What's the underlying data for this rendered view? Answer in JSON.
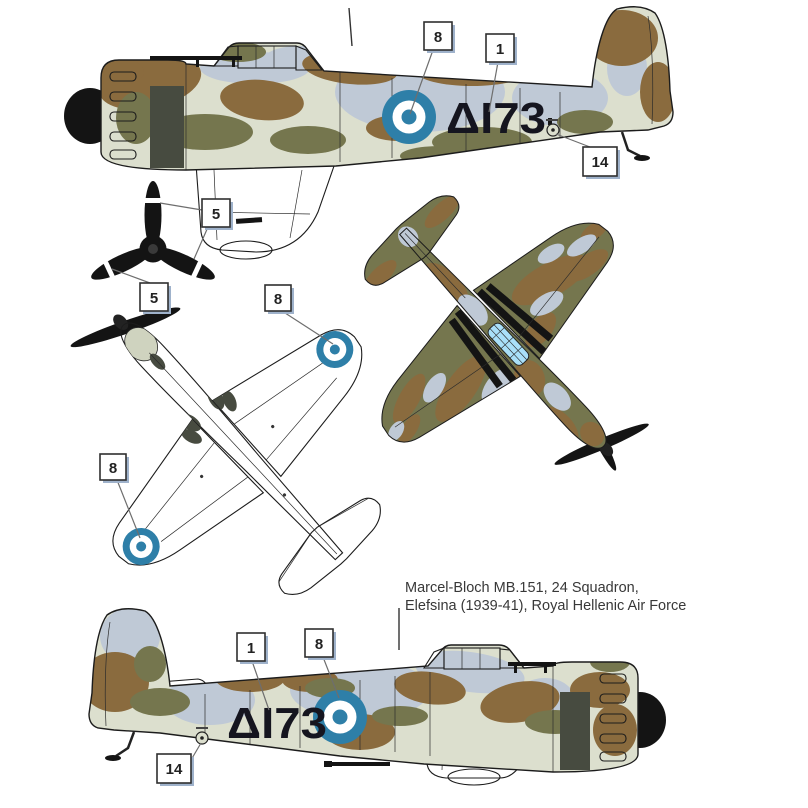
{
  "aircraft_code": "ΔI73",
  "caption": {
    "line1": "Marcel-Bloch MB.151, 24 Squadron,",
    "line2": "Elefsina (1939-41), Royal Hellenic Air Force"
  },
  "callouts": {
    "top_profile": {
      "fuselage_roundel": "8",
      "code_marking": "1",
      "fuselage_detail": "14"
    },
    "propeller": {
      "upper": "5",
      "lower": "5"
    },
    "underside_view": {
      "right_wing_roundel": "8",
      "left_wing_roundel": "8"
    },
    "bottom_profile": {
      "code_marking": "1",
      "fuselage_roundel": "8",
      "fuselage_detail": "14"
    }
  },
  "colors": {
    "camo-brown": "#8A6B3E",
    "camo-olive": "#75764E",
    "camo-grey": "#BFC9D6",
    "underside": "#DCDFCE",
    "canopy-blue": "#A9DFF8",
    "roundel-blue": "#2E7FA8",
    "marking-navy": "#15151F",
    "prop-black": "#141414",
    "callout-shadow": "#9FB2CB",
    "caption-text": "#383838"
  }
}
